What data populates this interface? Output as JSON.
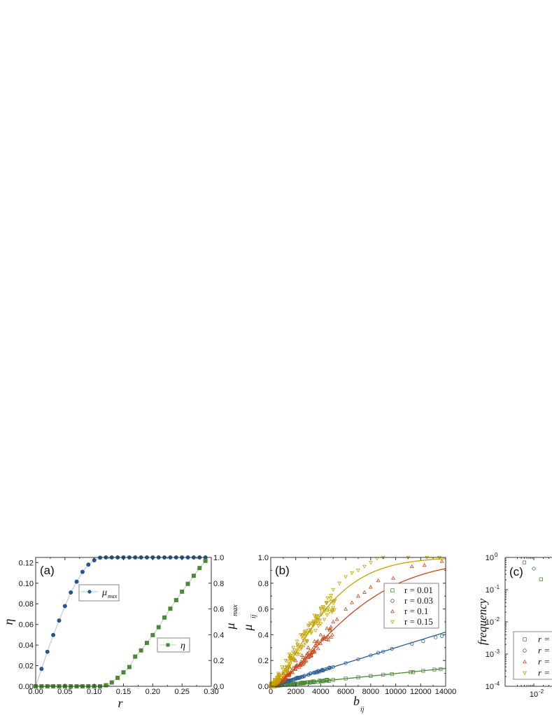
{
  "chart_data": [
    {
      "panel": "(a)",
      "type": "line",
      "title": "",
      "xlabel": "r",
      "ylabel": "η",
      "ylabel_right": "μ_max",
      "xlim": [
        0.0,
        0.3
      ],
      "ylim": [
        0.0,
        0.125
      ],
      "ylim_right": [
        0.0,
        1.0
      ],
      "xticks": [
        "0.00",
        "0.05",
        "0.10",
        "0.15",
        "0.20",
        "0.25",
        "0.30"
      ],
      "yticks": [
        "0.00",
        "0.02",
        "0.04",
        "0.06",
        "0.08",
        "0.10",
        "0.12"
      ],
      "yticks_right": [
        "0.0",
        "0.2",
        "0.4",
        "0.6",
        "0.8",
        "1.0"
      ],
      "grid": false,
      "x": [
        0.0,
        0.01,
        0.02,
        0.03,
        0.04,
        0.05,
        0.06,
        0.07,
        0.08,
        0.09,
        0.1,
        0.11,
        0.12,
        0.13,
        0.14,
        0.15,
        0.16,
        0.17,
        0.18,
        0.19,
        0.2,
        0.21,
        0.22,
        0.23,
        0.24,
        0.25,
        0.26,
        0.27,
        0.28,
        0.29
      ],
      "series": [
        {
          "name": "μ_max",
          "axis": "right",
          "marker": "circle",
          "color": "#24568f",
          "line_color": "#a9c4e0",
          "values": [
            0.0,
            0.135,
            0.268,
            0.398,
            0.51,
            0.622,
            0.728,
            0.812,
            0.888,
            0.944,
            0.978,
            0.998,
            1.0,
            1.0,
            1.0,
            1.0,
            1.0,
            1.0,
            1.0,
            1.0,
            1.0,
            1.0,
            1.0,
            1.0,
            1.0,
            1.0,
            1.0,
            1.0,
            1.0,
            1.0
          ]
        },
        {
          "name": "η",
          "axis": "left",
          "marker": "square",
          "color": "#4a8a36",
          "line_color": "#b5d3a8",
          "values": [
            0.0,
            0.0,
            0.0,
            0.0,
            0.0,
            0.0,
            0.0,
            0.0,
            0.0,
            0.0,
            0.0,
            0.0,
            0.001,
            0.0037,
            0.0082,
            0.0135,
            0.0187,
            0.0288,
            0.0348,
            0.0421,
            0.0497,
            0.0573,
            0.0667,
            0.0753,
            0.0836,
            0.0918,
            0.0994,
            0.1072,
            0.1147,
            0.1217
          ]
        }
      ],
      "legend": [
        {
          "label": "μ",
          "sub": "max",
          "position": "upper-left-inner"
        },
        {
          "label": "η",
          "position": "right-middle"
        }
      ]
    },
    {
      "panel": "(b)",
      "type": "scatter",
      "title": "",
      "xlabel": "b",
      "xlabel_sub": "ij",
      "ylabel": "μ",
      "ylabel_sub": "ij",
      "xlim": [
        0,
        14000
      ],
      "ylim": [
        0.0,
        1.0
      ],
      "xticks": [
        "0",
        "2000",
        "4000",
        "6000",
        "8000",
        "10000",
        "12000",
        "14000"
      ],
      "yticks": [
        "0.0",
        "0.2",
        "0.4",
        "0.6",
        "0.8",
        "1.0"
      ],
      "grid": false,
      "series": [
        {
          "name": "r = 0.01",
          "marker": "square",
          "color": "#4a8a36",
          "fit": {
            "type": "linear",
            "slope_per_1000": 0.0099,
            "max": 0.14
          },
          "points": [
            [
              500,
              0.005
            ],
            [
              1000,
              0.01
            ],
            [
              1500,
              0.015
            ],
            [
              2000,
              0.02
            ],
            [
              2500,
              0.025
            ],
            [
              3000,
              0.03
            ],
            [
              3500,
              0.035
            ],
            [
              4000,
              0.04
            ],
            [
              4500,
              0.045
            ],
            [
              5000,
              0.05
            ],
            [
              6000,
              0.06
            ],
            [
              7000,
              0.07
            ],
            [
              8000,
              0.08
            ],
            [
              9000,
              0.09
            ],
            [
              9700,
              0.095
            ],
            [
              11200,
              0.11
            ],
            [
              11400,
              0.11
            ],
            [
              12200,
              0.12
            ],
            [
              13100,
              0.13
            ],
            [
              13600,
              0.133
            ]
          ]
        },
        {
          "name": "r = 0.03",
          "marker": "circle",
          "color": "#2b5e96",
          "fit": {
            "type": "linear",
            "slope_per_1000": 0.03,
            "max": 0.42
          },
          "points": [
            [
              500,
              0.015
            ],
            [
              1000,
              0.03
            ],
            [
              1500,
              0.045
            ],
            [
              2000,
              0.06
            ],
            [
              2500,
              0.075
            ],
            [
              3000,
              0.09
            ],
            [
              3500,
              0.105
            ],
            [
              4000,
              0.12
            ],
            [
              4500,
              0.135
            ],
            [
              5000,
              0.15
            ],
            [
              6000,
              0.18
            ],
            [
              7000,
              0.21
            ],
            [
              8000,
              0.24
            ],
            [
              8600,
              0.26
            ],
            [
              9000,
              0.27
            ],
            [
              9700,
              0.29
            ],
            [
              11300,
              0.33
            ],
            [
              12200,
              0.35
            ],
            [
              13200,
              0.38
            ],
            [
              13700,
              0.39
            ]
          ]
        },
        {
          "name": "r = 0.1",
          "marker": "triangle-up",
          "color": "#c8461a",
          "fit": {
            "type": "saturating",
            "max": 0.985
          },
          "points": [
            [
              500,
              0.05
            ],
            [
              1000,
              0.1
            ],
            [
              1500,
              0.15
            ],
            [
              2000,
              0.2
            ],
            [
              2500,
              0.24
            ],
            [
              3000,
              0.3
            ],
            [
              3500,
              0.35
            ],
            [
              4000,
              0.4
            ],
            [
              4500,
              0.45
            ],
            [
              5000,
              0.5
            ],
            [
              5300,
              0.52
            ],
            [
              6000,
              0.6
            ],
            [
              6500,
              0.65
            ],
            [
              7000,
              0.7
            ],
            [
              7500,
              0.73
            ],
            [
              8000,
              0.77
            ],
            [
              8600,
              0.82
            ],
            [
              9800,
              0.84
            ],
            [
              11300,
              0.93
            ],
            [
              12300,
              0.94
            ],
            [
              13700,
              0.97
            ]
          ]
        },
        {
          "name": "r = 0.15",
          "marker": "triangle-down",
          "color": "#c4a300",
          "fit": {
            "type": "saturating",
            "max": 1.0
          },
          "points": [
            [
              300,
              0.05
            ],
            [
              600,
              0.1
            ],
            [
              900,
              0.15
            ],
            [
              1200,
              0.2
            ],
            [
              1500,
              0.25
            ],
            [
              1800,
              0.3
            ],
            [
              2100,
              0.35
            ],
            [
              2400,
              0.4
            ],
            [
              2700,
              0.42
            ],
            [
              3000,
              0.47
            ],
            [
              3500,
              0.55
            ],
            [
              4000,
              0.6
            ],
            [
              4500,
              0.65
            ],
            [
              5000,
              0.75
            ],
            [
              5500,
              0.8
            ],
            [
              6000,
              0.85
            ],
            [
              6500,
              0.88
            ],
            [
              7000,
              0.9
            ],
            [
              7500,
              0.93
            ],
            [
              8000,
              0.96
            ],
            [
              8500,
              0.99
            ],
            [
              9000,
              1.0
            ],
            [
              11000,
              1.0
            ],
            [
              12500,
              1.0
            ],
            [
              13500,
              1.0
            ]
          ]
        }
      ],
      "legend": [
        "r = 0.01",
        "r = 0.03",
        "r = 0.1",
        "r = 0.15"
      ]
    },
    {
      "panel": "(c)",
      "type": "scatter",
      "title": "",
      "xlabel": "",
      "ylabel": "frequency",
      "xscale": "log",
      "yscale": "log",
      "ylim": [
        0.0001,
        1
      ],
      "yticks": [
        "10^0",
        "10^-1",
        "10^-2",
        "10^-3",
        "10^-4"
      ],
      "xticks": [
        "10^-2"
      ],
      "grid": false,
      "series": [
        {
          "name": "r = ...",
          "marker": "square",
          "color": "#4a8a36",
          "points": [
            [
              0.005,
              0.7
            ],
            [
              0.017,
              0.21
            ]
          ]
        },
        {
          "name": "r = ...",
          "marker": "circle",
          "color": "#2b5e96",
          "points": [
            [
              0.01,
              0.45
            ]
          ]
        },
        {
          "name": "r = ...",
          "marker": "triangle-up",
          "color": "#c8461a",
          "points": []
        },
        {
          "name": "r = ...",
          "marker": "triangle-down",
          "color": "#c4a300",
          "points": []
        }
      ],
      "legend": [
        "r = (",
        "r = (",
        "r = (",
        "r = ("
      ],
      "note": "panel cropped at right edge"
    }
  ],
  "labels": {
    "a": "(a)",
    "b": "(b)",
    "c": "(c)",
    "a_xlabel": "r",
    "a_ylabel": "η",
    "a_ylabel_right": "μ",
    "a_ylabel_right_sub": "max",
    "a_legend1": "μ",
    "a_legend1_sub": "max",
    "a_legend2": "η",
    "b_xlabel": "b",
    "b_xlabel_sub": "ij",
    "b_ylabel": "μ",
    "b_ylabel_sub": "ij",
    "c_ylabel": "frequency",
    "c_legend_prefix": "r = ("
  }
}
